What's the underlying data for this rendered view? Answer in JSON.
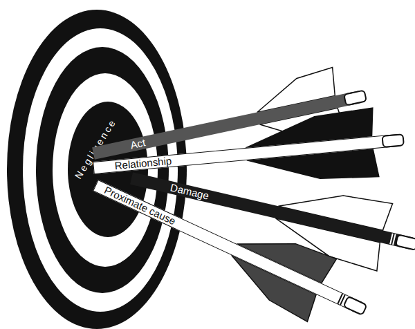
{
  "diagram": {
    "nodes": [
      {
        "text": [
          "Negligence"
        ]
      },
      {
        "text": [
          "Act"
        ]
      },
      {
        "text": [
          "Relationship"
        ]
      },
      {
        "text": [
          "Damage"
        ]
      },
      {
        "text": [
          "Proximate cause"
        ]
      }
    ]
  }
}
